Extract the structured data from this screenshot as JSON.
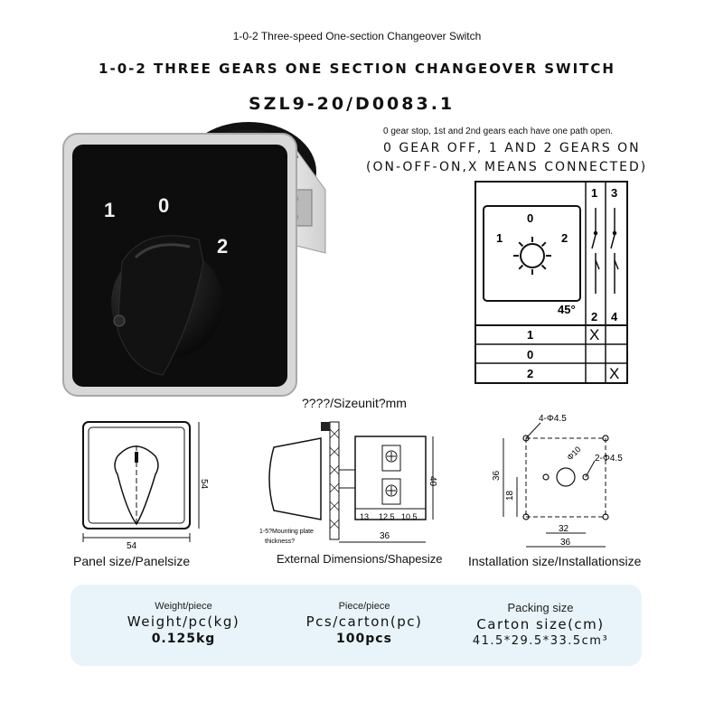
{
  "header": {
    "subtitle": "1-0-2 Three-speed One-section Changeover Switch",
    "title": "1-0-2 THREE GEARS ONE SECTION CHANGEOVER SWITCH",
    "model": "SZL9-20/D0083.1"
  },
  "description": {
    "small": "0 gear stop, 1st and 2nd gears each have one path open.",
    "line1": "0 GEAR OFF, 1 AND 2 GEARS ON",
    "line2": "(ON-OFF-ON,X MEANS CONNECTED)"
  },
  "product": {
    "dial_labels": [
      "1",
      "0",
      "2"
    ],
    "side_labels": [
      "1",
      "2"
    ]
  },
  "wiring_diagram": {
    "dial": {
      "left": "1",
      "top": "0",
      "right": "2",
      "angle": "45°"
    },
    "terminals_top": [
      "1",
      "3"
    ],
    "terminals_bottom": [
      "2",
      "4"
    ],
    "rows": [
      {
        "position": "1",
        "col1": "X",
        "col2": ""
      },
      {
        "position": "0",
        "col1": "",
        "col2": ""
      },
      {
        "position": "2",
        "col1": "",
        "col2": "X"
      }
    ]
  },
  "size_unit": "????/Sizeunit?mm",
  "panel": {
    "dim_w": "54",
    "dim_h": "54",
    "caption": "Panel size/Panelsize"
  },
  "external": {
    "mount_label_1": "1-5?Mounting plate",
    "mount_label_2": "thickness?",
    "d13": "13",
    "d125": "12.5",
    "d105": "10.5",
    "d36": "36",
    "d40": "40",
    "caption": "External Dimensions/Shapesize"
  },
  "installation": {
    "holes4": "4-Φ4.5",
    "center": "Φ10",
    "holes2": "2-Φ4.5",
    "d36v": "36",
    "d18": "18",
    "d32": "32",
    "d36h": "36",
    "caption": "Installation size/Installationsize"
  },
  "specs": {
    "weight": {
      "small": "Weight/piece",
      "label": "Weight/pc(kg)",
      "value": "0.125kg"
    },
    "pieces": {
      "small": "Piece/piece",
      "label": "Pcs/carton(pc)",
      "value": "100pcs"
    },
    "packing": {
      "small": "Packing size",
      "label": "Carton size(cm)",
      "value": "41.5*29.5*33.5cm³"
    }
  }
}
